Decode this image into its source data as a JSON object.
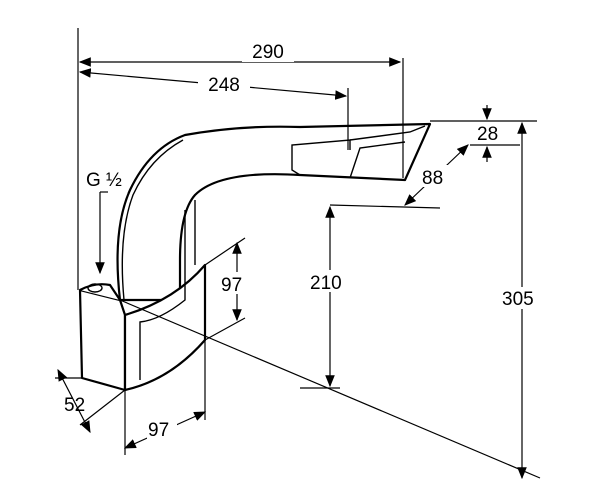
{
  "drawing": {
    "title": "Faucet spout dimension drawing",
    "dimensions": {
      "overall_length": "290",
      "spout_reach": "248",
      "spout_thickness": "28",
      "spout_width": "88",
      "thread": "G ½",
      "base_height": "97",
      "outlet_height": "210",
      "total_height": "305",
      "base_depth": "52",
      "base_width": "97"
    }
  }
}
